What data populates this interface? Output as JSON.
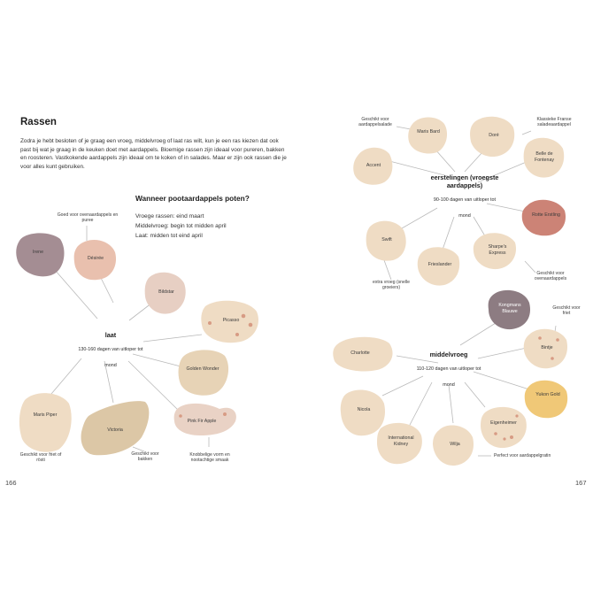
{
  "left_page": {
    "title": "Rassen",
    "intro": "Zodra je hebt besloten of je graag een vroeg, middelvroeg of laat ras wilt, kun je een ras kiezen dat ook past bij wat je graag in de keuken doet met aardappels. Bloemige rassen zijn ideaal voor pureren, bakken en roosteren. Vastkokende aardappels zijn ideaal om te koken of in salades. Maar er zijn ook rassen die je voor alles kunt gebruiken.",
    "planting": {
      "heading": "Wanneer pootaardappels poten?",
      "lines": [
        "Vroege rassen: eind maart",
        "Middelvroeg: begin tot midden april",
        "Laat: midden tot eind april"
      ]
    },
    "hub": {
      "name": "laat",
      "sub": "130-160 dagen van uitloper tot mond"
    },
    "potatoes": {
      "irene": "Irene",
      "desiree": "Désirée",
      "bildstar": "Bildstar",
      "picasso": "Picasso",
      "golden_wonder": "Golden Wonder",
      "maris_piper": "Maris Piper",
      "victoria": "Victoria",
      "pink_fir_apple": "Pink Fir Apple"
    },
    "notes": {
      "oven": "Goed voor ovenaardappels en puree",
      "friet_rosti": "Geschikt voor friet of rösti",
      "bakken": "Geschikt voor bakken",
      "knobbelige": "Knobbelige vorm en nootachtige smaak"
    },
    "page_number": "166"
  },
  "right_page": {
    "hub_early": {
      "name": "eerstelingen (vroegste aardappels)",
      "sub": "90-100 dagen van uitloper tot mond"
    },
    "hub_mid": {
      "name": "middelvroeg",
      "sub": "110-120 dagen van uitloper tot mond"
    },
    "potatoes": {
      "accent": "Accent",
      "maris_bard": "Maris Bard",
      "dore": "Doré",
      "belle": "Belle de Fontenay",
      "rotte": "Rotte Erstling",
      "swift": "Swift",
      "frieslander": "Frieslander",
      "sharpes": "Sharpe's Express",
      "konigmans": "Kongmans Blauwe",
      "charlotte": "Charlotte",
      "bintje": "Bintje",
      "yukon": "Yukon Gold",
      "nicola": "Nicola",
      "international": "International Kidney",
      "wilja": "Wilja",
      "eigenheimer": "Eigenheimer"
    },
    "notes": {
      "salade": "Geschikt voor aardappelsalade",
      "frans": "Klassieke Franse saladeaardappel",
      "extra_vroeg": "extra vroeg (snelle groeiers)",
      "oven": "Geschikt voor ovenaardappels",
      "friet": "Geschikt voor friet",
      "gratin": "Perfect voor aardappelgratin"
    },
    "page_number": "167"
  },
  "colors": {
    "beige": "#efdcc4",
    "pink": "#e9c0ae",
    "mauve": "#a48d93",
    "purple_grey": "#a39aa3",
    "dark_mauve": "#8d7c82",
    "tan": "#dcc7a6",
    "rose": "#cc8376",
    "gold": "#f0c877",
    "dot": "#d79b84",
    "line": "#b9b9b9"
  }
}
